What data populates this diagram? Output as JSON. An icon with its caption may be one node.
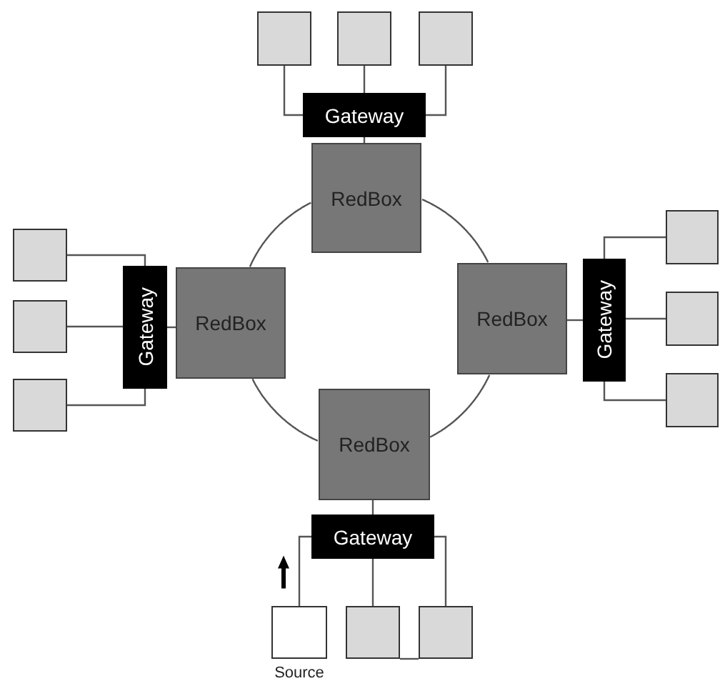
{
  "diagram": {
    "nodes": [
      {
        "text": [],
        "shape": "box"
      },
      {
        "text": [],
        "shape": "box"
      },
      {
        "text": [],
        "shape": "box"
      },
      {
        "text": [
          "Gateway"
        ]
      },
      {
        "text": [
          "RedBox"
        ]
      },
      {
        "text": [],
        "shape": "box"
      },
      {
        "text": [],
        "shape": "box"
      },
      {
        "text": [],
        "shape": "box"
      },
      {
        "text": [
          "Gateway"
        ]
      },
      {
        "text": [
          "RedBox"
        ]
      },
      {
        "text": [
          "RedBox"
        ]
      },
      {
        "text": [
          "Gateway"
        ]
      },
      {
        "text": [],
        "shape": "box"
      },
      {
        "text": [],
        "shape": "box"
      },
      {
        "text": [],
        "shape": "box"
      },
      {
        "text": [
          "RedBox"
        ]
      },
      {
        "text": [
          "Gateway"
        ]
      },
      {
        "text": [],
        "shape": "box",
        "beside": [
          "Source"
        ]
      },
      {
        "text": [],
        "shape": "box"
      },
      {
        "text": [],
        "shape": "box"
      }
    ],
    "edges": [
      {
        "from": 0,
        "to": 3,
        "arrow": "none"
      },
      {
        "from": 1,
        "to": 3,
        "arrow": "none"
      },
      {
        "from": 2,
        "to": 3,
        "arrow": "none"
      },
      {
        "from": 3,
        "to": 4,
        "arrow": "none"
      },
      {
        "from": 5,
        "to": 8,
        "arrow": "none"
      },
      {
        "from": 6,
        "to": 8,
        "arrow": "none"
      },
      {
        "from": 7,
        "to": 8,
        "arrow": "none"
      },
      {
        "from": 8,
        "to": 9,
        "arrow": "none"
      },
      {
        "from": 11,
        "to": 10,
        "arrow": "none"
      },
      {
        "from": 11,
        "to": 12,
        "arrow": "none"
      },
      {
        "from": 11,
        "to": 13,
        "arrow": "none"
      },
      {
        "from": 11,
        "to": 14,
        "arrow": "none"
      },
      {
        "from": 15,
        "to": 16,
        "arrow": "none"
      },
      {
        "from": 17,
        "to": 16,
        "arrow": "none"
      },
      {
        "from": 16,
        "to": 18,
        "arrow": "none"
      },
      {
        "from": 16,
        "to": 19,
        "arrow": "none"
      },
      {
        "from": 18,
        "to": 19,
        "arrow": "none"
      },
      {
        "from": 4,
        "to": 10,
        "arrow": "none"
      },
      {
        "from": 10,
        "to": 15,
        "arrow": "none"
      },
      {
        "from": 15,
        "to": 9,
        "arrow": "none"
      },
      {
        "from": 9,
        "to": 4,
        "arrow": "none"
      }
    ]
  }
}
